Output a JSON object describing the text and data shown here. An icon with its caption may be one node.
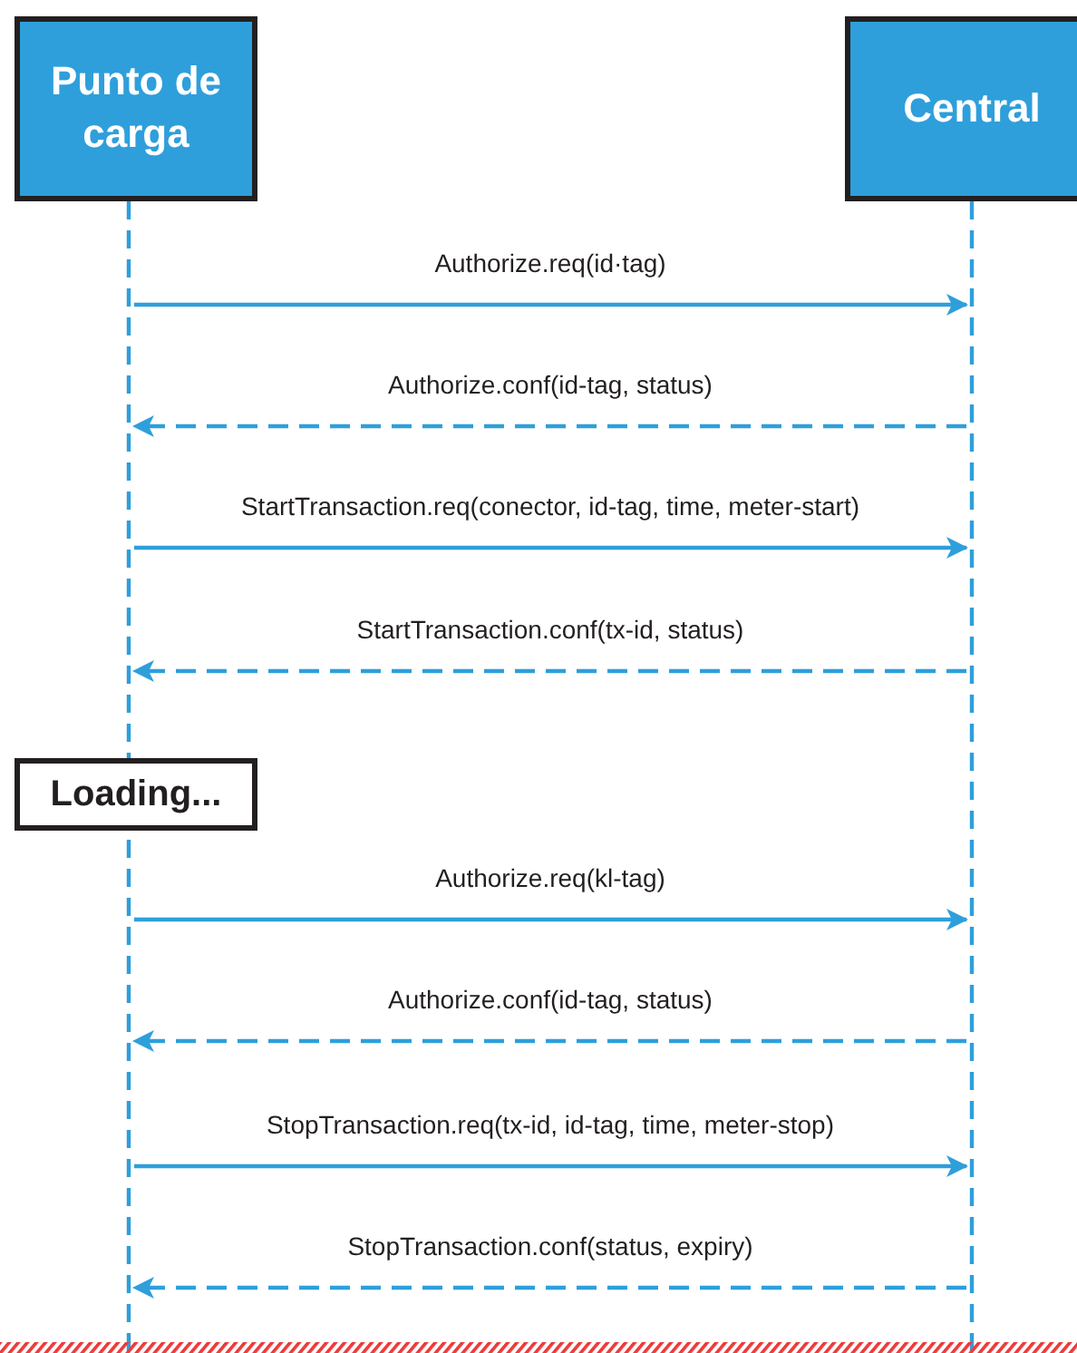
{
  "diagram": {
    "nodes": [
      {
        "text": [
          "Punto de carga"
        ]
      },
      {
        "text": [
          "Central"
        ]
      },
      {
        "text": [],
        "shape": "line"
      },
      {
        "text": [],
        "shape": "line"
      },
      {
        "text": [
          "Loading..."
        ]
      }
    ],
    "edges": [
      {
        "from": 2,
        "to": 3,
        "arrow": "to",
        "label": "Authorize.req(id·tag)"
      },
      {
        "from": 3,
        "to": 2,
        "arrow": "to",
        "label": "Authorize.conf(id-tag, status)",
        "style": "dashed"
      },
      {
        "from": 2,
        "to": 3,
        "arrow": "to",
        "label": "StartTransaction.req(conector, id-tag, time, meter-start)"
      },
      {
        "from": 3,
        "to": 2,
        "arrow": "to",
        "label": "StartTransaction.conf(tx-id, status)",
        "style": "dashed"
      },
      {
        "from": 2,
        "to": 3,
        "arrow": "to",
        "label": "Authorize.req(kl-tag)"
      },
      {
        "from": 3,
        "to": 2,
        "arrow": "to",
        "label": "Authorize.conf(id-tag, status)",
        "style": "dashed"
      },
      {
        "from": 2,
        "to": 3,
        "arrow": "to",
        "label": "StopTransaction.req(tx-id, id-tag, time, meter-stop)"
      },
      {
        "from": 3,
        "to": 2,
        "arrow": "to",
        "label": "StopTransaction.conf(status, expiry)",
        "style": "dashed"
      }
    ]
  }
}
